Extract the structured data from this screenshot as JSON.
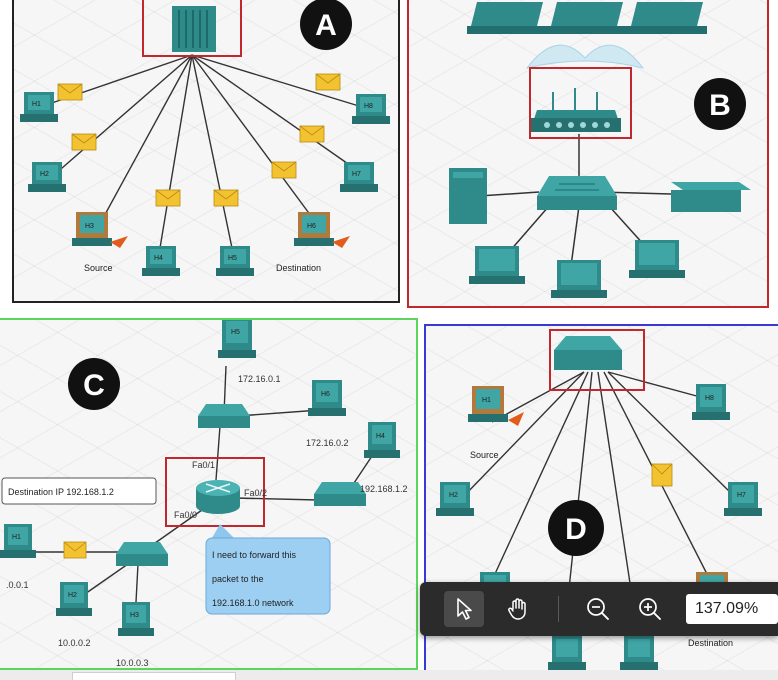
{
  "panels": {
    "a": {
      "letter": "A",
      "hosts": [
        "H1",
        "H2",
        "H3",
        "H4",
        "H5",
        "H6",
        "H7",
        "H8"
      ],
      "source_label": "Source",
      "destination_label": "Destination"
    },
    "b": {
      "letter": "B"
    },
    "c": {
      "letter": "C",
      "hosts": [
        "H1",
        "H2",
        "H3",
        "H4",
        "H5",
        "H6"
      ],
      "ip_labels": [
        "172.16.0.1",
        "172.16.0.2",
        "192.168.1.2",
        "10.0.0.2",
        "10.0.0.3",
        ".0.0.1"
      ],
      "interface_labels": [
        "Fa0/1",
        "Fa0/2",
        "Fa0/0"
      ],
      "destination_box": "Destination IP 192.168.1.2",
      "speech_bubble": [
        "I need to forward this",
        "packet to the",
        "192.168.1.0 network"
      ]
    },
    "d": {
      "letter": "D",
      "hosts": [
        "H1",
        "H2",
        "H7",
        "H8"
      ],
      "source_label": "Source",
      "destination_label": "Destination"
    }
  },
  "toolbar": {
    "zoom_value": "137.09%"
  },
  "colors": {
    "device_teal": "#2f8a8a",
    "highlight_red": "#c0282d",
    "panel_a_border": "#222222",
    "panel_b_border": "#c0282d",
    "panel_c_border": "#5bd65b",
    "panel_d_border": "#3a3ad0",
    "envelope_yellow": "#f2c230",
    "toolbar_bg": "#2b2b2b"
  }
}
